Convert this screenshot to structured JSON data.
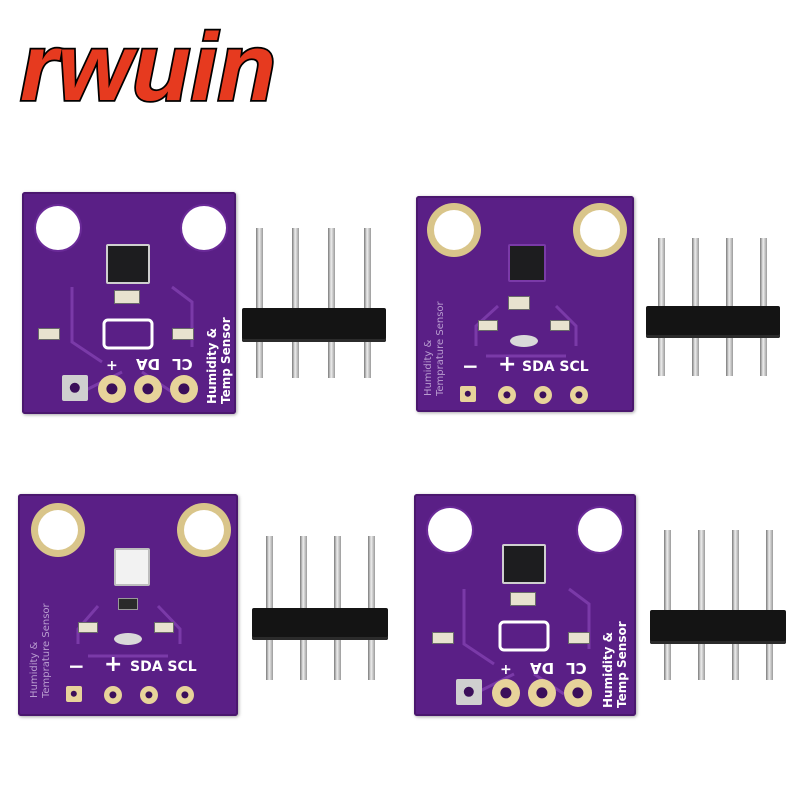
{
  "brand": {
    "logo_text": "rwuin",
    "color": "#e63a1f"
  },
  "boards": [
    {
      "id": "board-1",
      "labels": {
        "title_line1": "Humidity &",
        "title_line2": "Temp Sensor",
        "pins": [
          "+",
          "DA",
          "CL"
        ]
      }
    },
    {
      "id": "board-2",
      "labels": {
        "title_line1": "Humidity &",
        "title_line2": "Temprature Sensor",
        "pins_left": [
          "−",
          "+"
        ],
        "pins_right": "SDA SCL"
      }
    },
    {
      "id": "board-3",
      "labels": {
        "title_line1": "Humidity &",
        "title_line2": "Temprature Sensor",
        "pins_left": [
          "−",
          "+"
        ],
        "pins_right": "SDA SCL"
      }
    },
    {
      "id": "board-4",
      "labels": {
        "title_line1": "Humidity &",
        "title_line2": "Temp Sensor",
        "pins": [
          "+",
          "DA",
          "CL"
        ]
      }
    }
  ],
  "colors": {
    "pcb": "#5a1f86",
    "gold": "#d9c58a",
    "header_plastic": "#141414"
  }
}
